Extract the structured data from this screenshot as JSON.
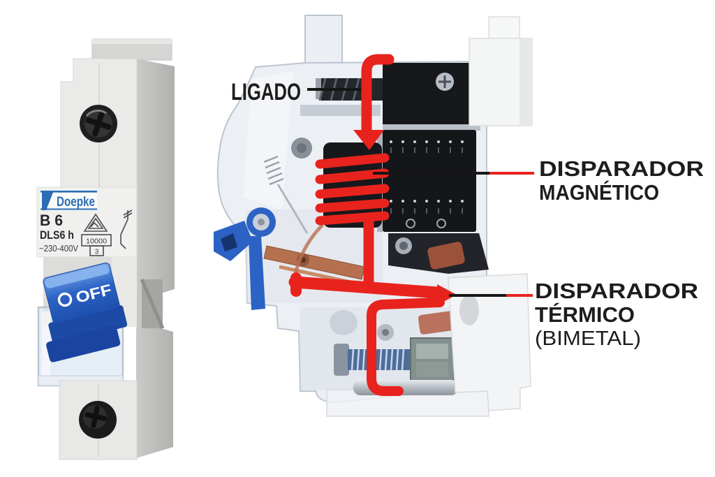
{
  "scene": {
    "background": "#ffffff",
    "description": "Cutaway diagram of a miniature circuit breaker showing trip mechanisms, beside a Doepke breaker in OFF position"
  },
  "annotations": {
    "ligado": {
      "text": "LIGADO"
    },
    "disparador_magnetico": {
      "line1": "DISPARADOR",
      "line2": "MAGNÉTICO"
    },
    "disparador_termico": {
      "line1": "DISPARADOR",
      "line2": "TÉRMICO",
      "line3": "(BIMETAL)"
    }
  },
  "breaker_label": {
    "brand": "Doepke",
    "rating": "B 6",
    "model": "DLS6 h",
    "voltage": "~230-400V",
    "breaking_capacity": "10000",
    "energy_class": "3",
    "switch_state": "OFF"
  },
  "colors": {
    "annotation_red": "#e8231d",
    "annotation_black": "#161616",
    "brand_blue": "#2a6cb5",
    "toggle_blue": "#2c62c4",
    "housing_tint": "#e9edf3"
  }
}
